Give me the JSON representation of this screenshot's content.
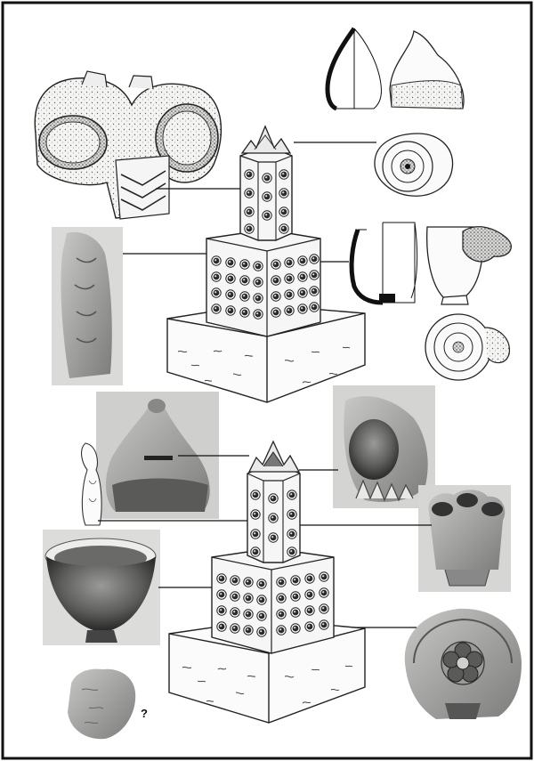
{
  "figure": {
    "reconstructions": [
      {
        "name": "upper-reconstruction",
        "base": "stone-base",
        "middle": "studded-square-block",
        "top": "studded-hexagonal-pillar",
        "finial": "spiked-finial"
      },
      {
        "name": "lower-reconstruction",
        "base": "stone-base",
        "middle": "studded-square-block",
        "top": "studded-hexagonal-pillar",
        "finial": "spiked-finial"
      }
    ],
    "question_mark": "?"
  }
}
